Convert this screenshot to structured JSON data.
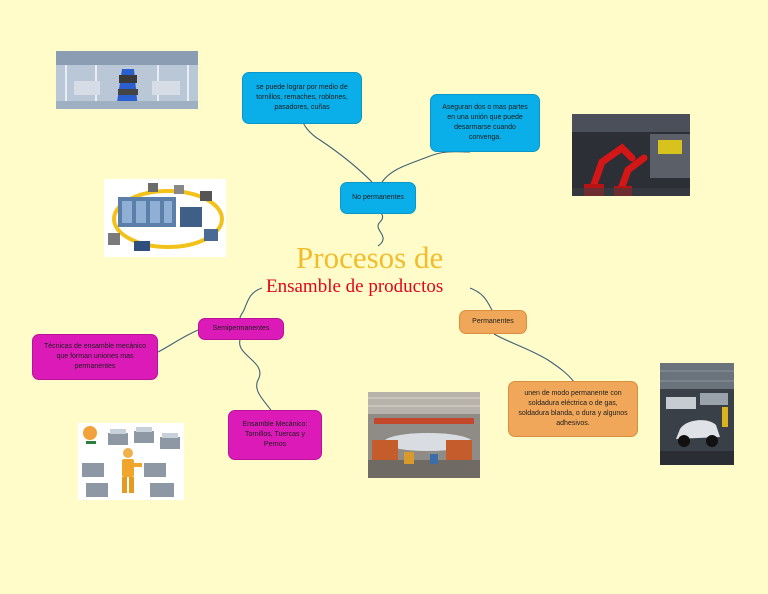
{
  "title": {
    "line1": "Procesos de",
    "line2": "Ensamble de productos"
  },
  "branches": {
    "no_permanentes": {
      "label": "No permanentes",
      "children": [
        "se puede lograr por medio de tornillos, remaches, roblones, pasadores, cuñas",
        "Aseguran dos o mas partes en una unión que puede desarmarse cuando convenga."
      ]
    },
    "semipermanentes": {
      "label": "Semipermanentes",
      "children": [
        "Técnicas de ensamble mecánico que forman uniones mas permanentes",
        "Ensamble Mecánico: Tornillos, Tuercas y Pernos"
      ]
    },
    "permanentes": {
      "label": "Permanentes",
      "children": [
        "unen de modo permanente con soldadura eléctrica o de gas, soldadura blanda, o dura y algunos adhesivos."
      ]
    }
  },
  "colors": {
    "background": "#fffcc9",
    "no_permanentes": "#0aaee8",
    "semipermanentes": "#dc1ab8",
    "permanentes": "#f0a75a",
    "connector": "#3e6078",
    "title_line1": "#f2bd2c",
    "title_line2": "#e0061a"
  },
  "images": [
    {
      "name": "assembly-line-photo",
      "icon": "conveyor-line"
    },
    {
      "name": "production-cell-diagram",
      "icon": "machine-layout"
    },
    {
      "name": "red-robot-arms-photo",
      "icon": "industrial-robot"
    },
    {
      "name": "worker-parts-bins-illustration",
      "icon": "worker-with-bins"
    },
    {
      "name": "aircraft-assembly-hall-photo",
      "icon": "factory-hall"
    },
    {
      "name": "car-assembly-line-photo",
      "icon": "car-assembly"
    }
  ]
}
